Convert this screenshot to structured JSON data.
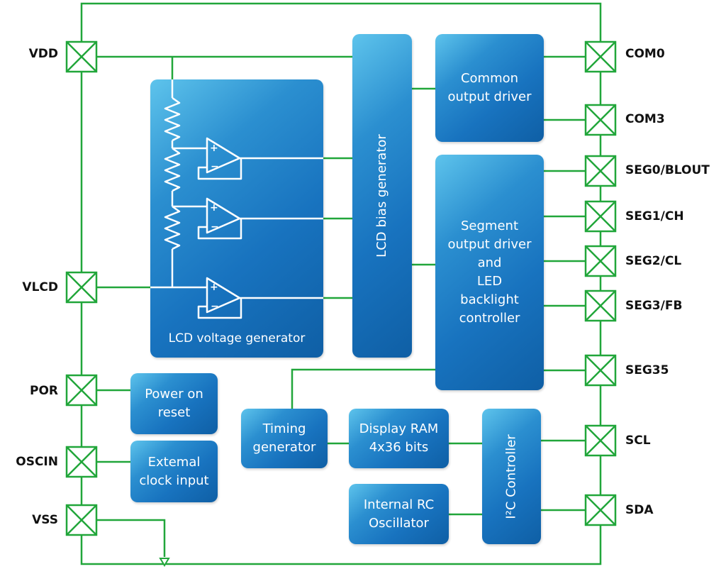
{
  "diagram": {
    "blocks": {
      "lcd_voltage_generator": "LCD voltage generator",
      "lcd_bias_generator": "LCD bias generator",
      "common_output_driver": [
        "Common",
        "output driver"
      ],
      "segment_output_driver": [
        "Segment",
        "output driver",
        "and",
        "LED",
        "backlight",
        "controller"
      ],
      "power_on_reset": [
        "Power on",
        "reset"
      ],
      "external_clock_input": [
        "Extemal",
        "clock input"
      ],
      "timing_generator": [
        "Timing",
        "generator"
      ],
      "display_ram": [
        "Display RAM",
        "4x36 bits"
      ],
      "internal_rc_oscillator": [
        "Internal RC",
        "Oscillator"
      ],
      "i2c_controller": "I²C Controller"
    },
    "left_pins": [
      "VDD",
      "VLCD",
      "POR",
      "OSCIN",
      "VSS"
    ],
    "right_pins": [
      "COM0",
      "COM3",
      "SEG0/BLOUT",
      "SEG1/CH",
      "SEG2/CL",
      "SEG3/FB",
      "SEG35",
      "SCL",
      "SDA"
    ],
    "colors": {
      "wire": "#21a63a",
      "block": "#1873bf",
      "block_light": "#5ec4ec",
      "circuit": "#ffffff"
    }
  }
}
